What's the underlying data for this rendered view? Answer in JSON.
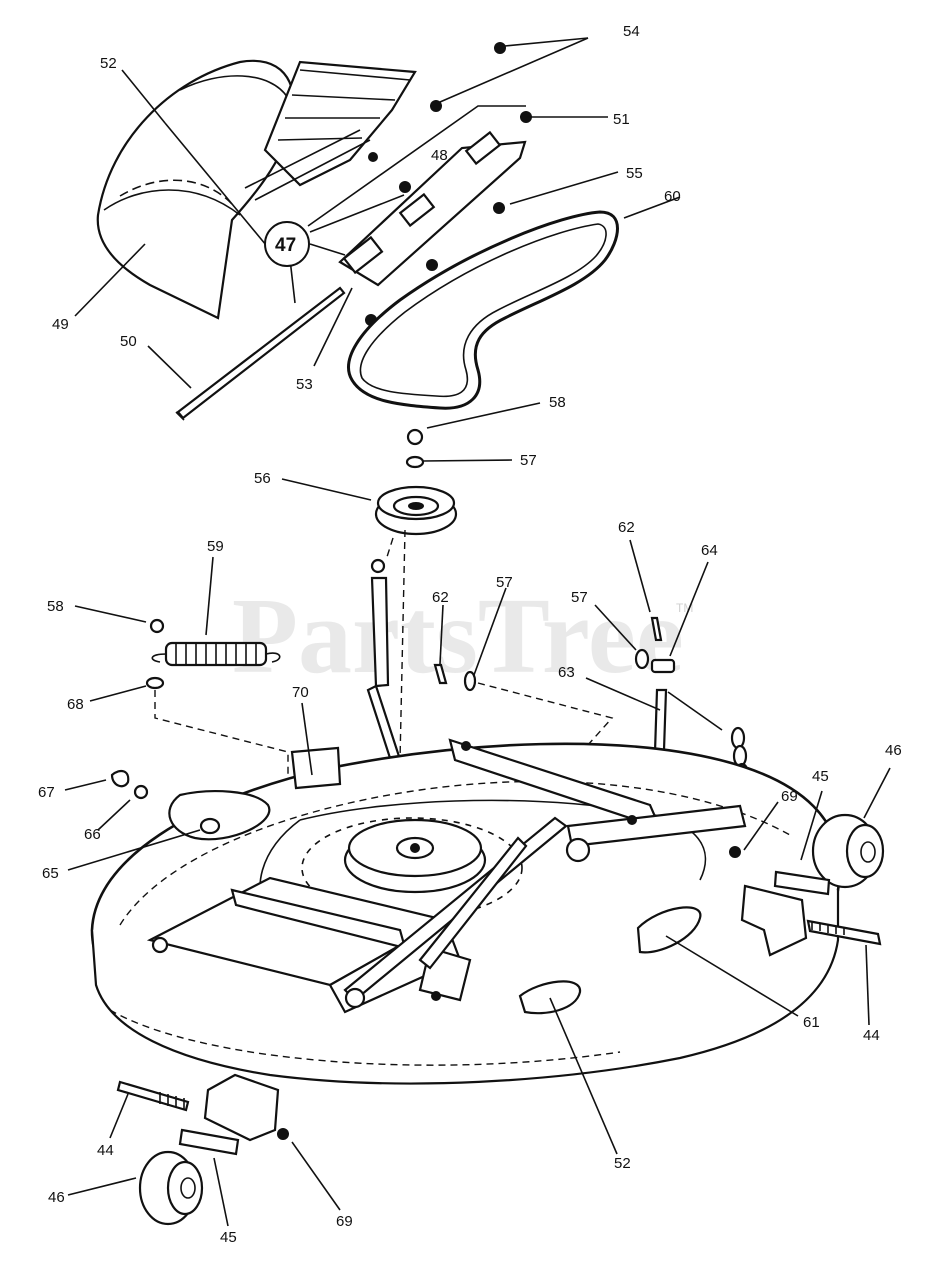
{
  "watermark": {
    "text": "PartsTree",
    "tm": "TM"
  },
  "callouts": {
    "c44a": "44",
    "c44b": "44",
    "c45a": "45",
    "c45b": "45",
    "c46a": "46",
    "c46b": "46",
    "c47": "47",
    "c48": "48",
    "c49": "49",
    "c50": "50",
    "c51": "51",
    "c52a": "52",
    "c52b": "52",
    "c53": "53",
    "c54": "54",
    "c55": "55",
    "c56": "56",
    "c57a": "57",
    "c57b": "57",
    "c57c": "57",
    "c58a": "58",
    "c58b": "58",
    "c59": "59",
    "c60": "60",
    "c61": "61",
    "c62a": "62",
    "c62b": "62",
    "c63": "63",
    "c64": "64",
    "c65": "65",
    "c66": "66",
    "c67": "67",
    "c68": "68",
    "c69a": "69",
    "c69b": "69",
    "c70": "70"
  }
}
